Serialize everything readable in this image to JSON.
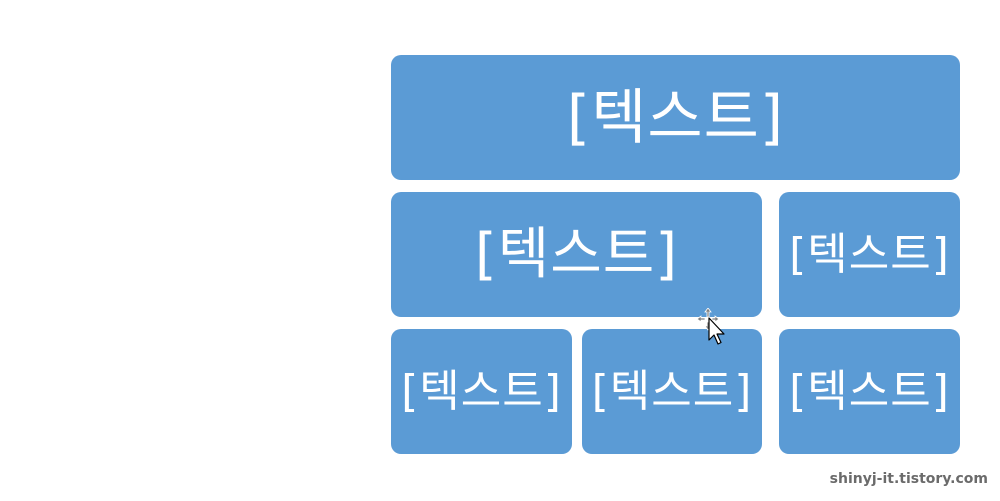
{
  "colors": {
    "shape_fill": "#5b9bd5",
    "shape_text": "#ffffff",
    "background": "#ffffff",
    "watermark": "#6b6b6b"
  },
  "shapes": [
    {
      "label": "[텍스트]"
    },
    {
      "label": "[텍스트]"
    },
    {
      "label": "[텍스트]"
    },
    {
      "label": "[텍스트]"
    },
    {
      "label": "[텍스트]"
    },
    {
      "label": "[텍스트]"
    }
  ],
  "cursor": {
    "icon": "move-cursor-icon"
  },
  "watermark": "shinyj-it.tistory.com"
}
